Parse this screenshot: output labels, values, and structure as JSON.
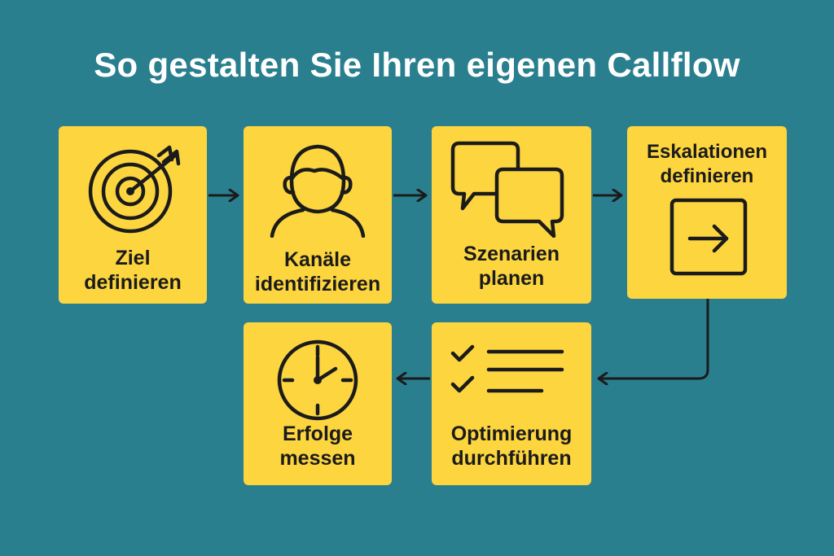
{
  "title": "So gestalten Sie Ihren eigenen Callflow",
  "colors": {
    "background": "#2a7f8f",
    "box": "#fcd53f",
    "text": "#1b1b1b",
    "title": "#ffffff"
  },
  "steps": [
    {
      "icon": "target-arrow-icon",
      "lines": [
        "Ziel",
        "definieren"
      ]
    },
    {
      "icon": "person-icon",
      "lines": [
        "Kanäle",
        "identifizieren"
      ]
    },
    {
      "icon": "chat-bubbles-icon",
      "lines": [
        "Szenarien",
        "planen"
      ]
    },
    {
      "icon": "arrow-box-icon",
      "lines": [
        "Eskalationen",
        "definieren"
      ]
    },
    {
      "icon": "clock-icon",
      "lines": [
        "Erfolge",
        "messen"
      ]
    },
    {
      "icon": "checklist-icon",
      "lines": [
        "Optimierung",
        "durchführen"
      ]
    }
  ],
  "flow": [
    "Ziel definieren",
    "Kanäle identifizieren",
    "Szenarien planen",
    "Eskalationen definieren",
    "Optimierung durchführen",
    "Erfolge messen"
  ]
}
